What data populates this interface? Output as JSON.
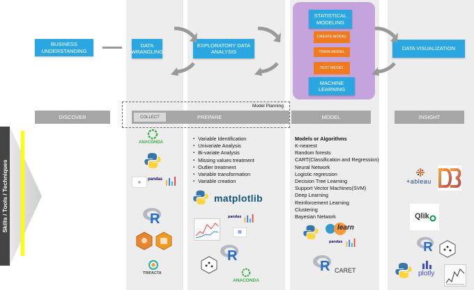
{
  "process": {
    "business_understanding": "BUSINESS UNDERSTANDING",
    "data_wrangling": "DATA WRANGLING",
    "eda": "EXPLORATORY DATA ANALYSIS",
    "statistical_modeling": "STATISTICAL MODELING",
    "create_model": "CREATE MODEL",
    "train_model": "TRAIN MODEL",
    "test_model": "TEST MODEL",
    "machine_learning": "MACHINE LEARNING",
    "data_visualization": "DATA VISUALIZATION"
  },
  "model_planning": "Model Planning",
  "phases": {
    "discover": "DISCOVER",
    "collect": "COLLECT",
    "prepare": "PREPARE",
    "model": "MODEL",
    "insight": "INSIGHT"
  },
  "side_label": "Skills / Tools / Techniques",
  "prepare_items": [
    "Variable Identification",
    "Univariate Analysis",
    "Bi-variate Analysis",
    "Missing values treatment",
    "Outlier treatment",
    "Variable transformation",
    "Variable creation"
  ],
  "model_title": "Models or Algorithms",
  "model_items": [
    "K-nearest",
    "Random forests",
    "CART(Classification and Regression)",
    "Neural Network",
    "Logistic regression",
    "Decision Tree Learning",
    "Support Vector Machines(SVM)",
    "Deep Learning",
    "Reinforcement Learning",
    "Clustering",
    "Bayesian Network"
  ],
  "logos": {
    "anaconda": "ANACONDA",
    "pandas": "pandas",
    "matplotlib": "matplotlib",
    "trifacta": "TRIFACTA",
    "learn": "learn",
    "caret": "CARET",
    "tableau": "+ableau",
    "d3": "D3",
    "qlik": "Qlik",
    "plotly": "plotly",
    "r": "R",
    "ggplot2": "ggplot2"
  },
  "colors": {
    "blue": "#2aa7e0",
    "orange": "#ef7a1f",
    "purple": "#c5a3dc",
    "gray_column": "#ededed",
    "phase_gray": "#a6a6a6",
    "yellow": "#ffff00"
  }
}
